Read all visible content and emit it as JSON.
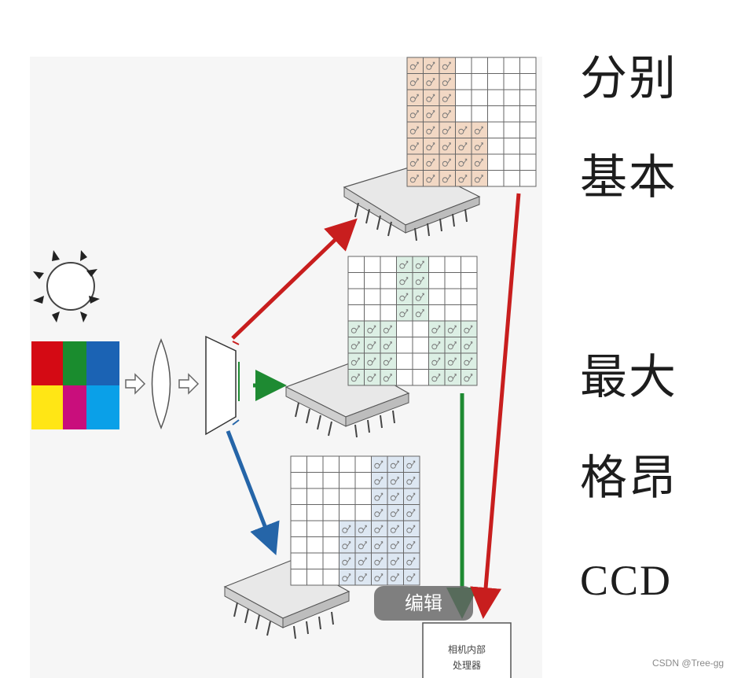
{
  "side_lines": [
    "分别",
    "基本",
    "最大",
    "格昂",
    "CCD"
  ],
  "processor_label": [
    "相机内部",
    "处理器"
  ],
  "edit_button": "编辑",
  "watermark": "CSDN @Tree-gg",
  "colors": {
    "red_arrow": "#c81e1e",
    "green_arrow": "#1e8a32",
    "blue_arrow": "#2565a8",
    "red_grid_fill": "#f2d8c4",
    "green_grid_fill": "#dcefe4",
    "blue_grid_fill": "#dde7f2"
  },
  "icons": [
    "sun-icon",
    "lens-icon",
    "prism-icon",
    "chip-icon"
  ]
}
